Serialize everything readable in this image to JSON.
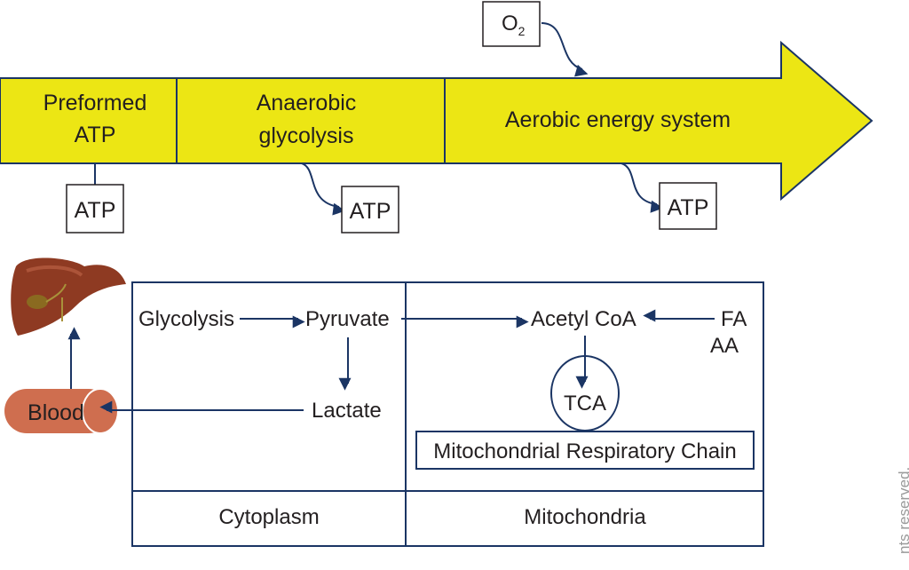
{
  "colors": {
    "arrow_fill": "#ece614",
    "line": "#1b3564",
    "blood": "#cf6e4f",
    "liver": "#8e3a22"
  },
  "stages": {
    "preformed": [
      "Preformed",
      "ATP"
    ],
    "anaerobic": [
      "Anaerobic",
      "glycolysis"
    ],
    "aerobic": "Aerobic energy system"
  },
  "oxygen": {
    "base": "O",
    "sub": "2"
  },
  "atp_boxes": [
    "ATP",
    "ATP",
    "ATP"
  ],
  "pathway": {
    "glycolysis": "Glycolysis",
    "pyruvate": "Pyruvate",
    "lactate": "Lactate",
    "acetyl": "Acetyl CoA",
    "fa": "FA",
    "aa": "AA",
    "tca": "TCA",
    "chain": "Mitochondrial Respiratory Chain",
    "blood": "Blood"
  },
  "compartments": {
    "cytoplasm": "Cytoplasm",
    "mitochondria": "Mitochondria"
  },
  "copyright": "nts reserved."
}
